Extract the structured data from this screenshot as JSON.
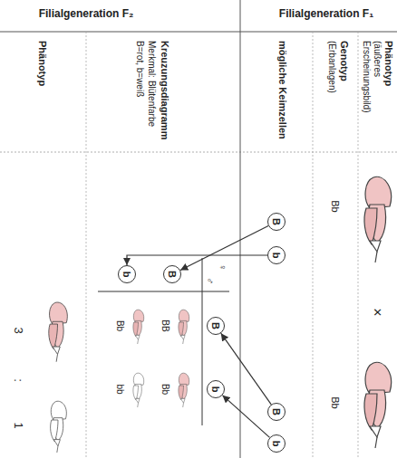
{
  "diagram": {
    "nodes": [
      {
        "text": [
          "B"
        ]
      },
      {
        "text": [
          "b"
        ]
      },
      {
        "text": [
          "B"
        ]
      },
      {
        "text": [
          "b"
        ]
      },
      {
        "text": [
          "B"
        ]
      },
      {
        "text": [
          "b"
        ]
      },
      {
        "text": [
          "B"
        ]
      },
      {
        "text": [
          "b"
        ]
      }
    ],
    "edges": [
      {
        "from": 0,
        "to": 4,
        "arrow": "to"
      },
      {
        "from": 1,
        "to": 5,
        "arrow": "to"
      },
      {
        "from": 2,
        "to": 6,
        "arrow": "to"
      },
      {
        "from": 3,
        "to": 7,
        "arrow": "to"
      }
    ],
    "labels": [
      "Filialgeneration F₁",
      "Phänotyp",
      "(äußeres Erscheinungsbild)",
      "Genotyp",
      "(Erbanlagen)",
      "mögliche Keimzellen",
      "×",
      "Bb",
      "Bb",
      "Filialgeneration F₂",
      "Kreuzungsdiagramm",
      "Merkmal: Blütenfarbe",
      "B=rot, b=weiß",
      "♀",
      "♂",
      "BB",
      "Bb",
      "Bb",
      "bb",
      "Phänotyp",
      "3",
      ":",
      "1"
    ]
  }
}
